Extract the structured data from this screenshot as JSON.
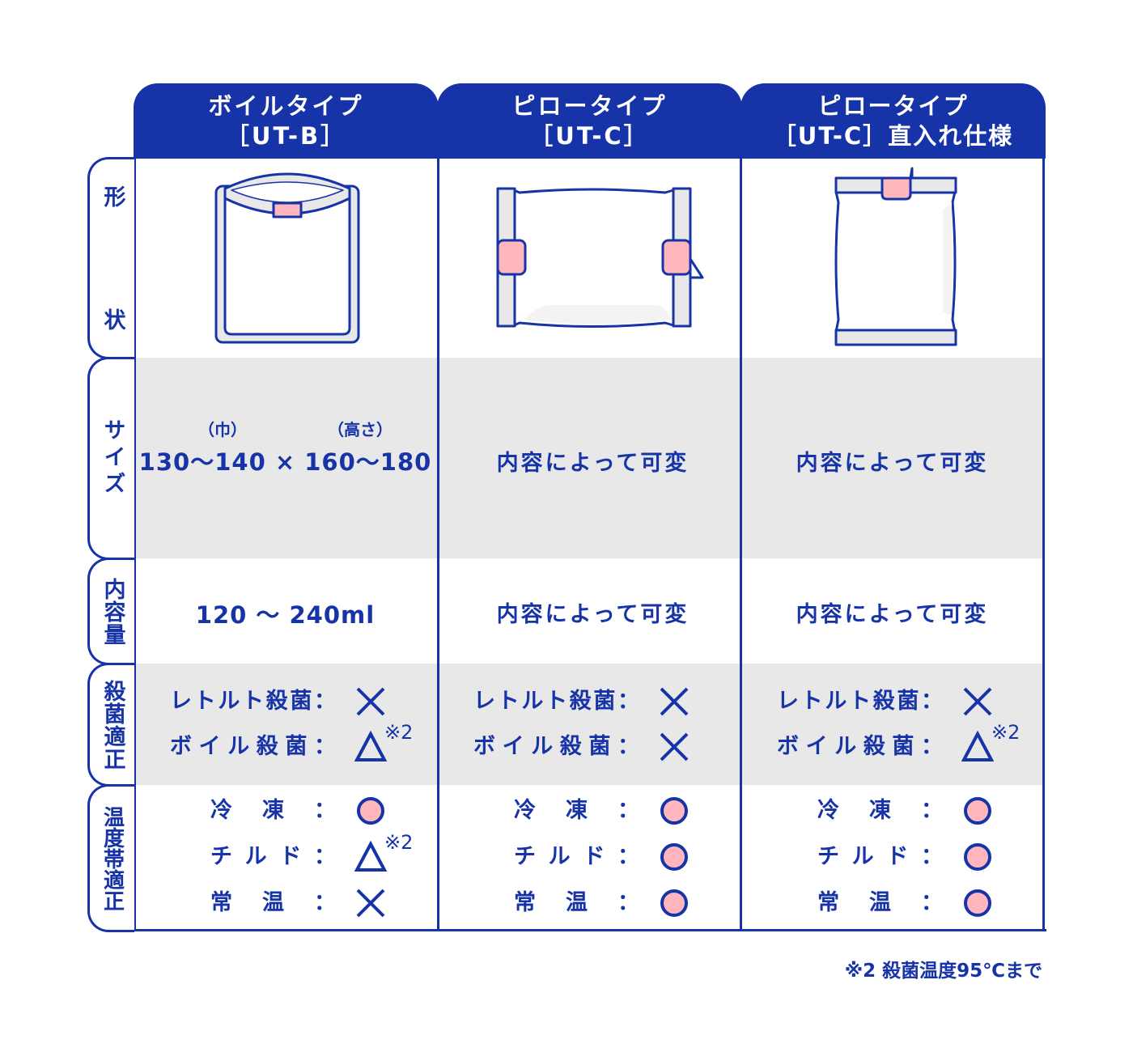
{
  "columns": [
    {
      "title": "ボイルタイプ",
      "code": "［UT-B］",
      "size": {
        "width_note": "（巾）",
        "height_note": "（高さ）",
        "value": "130～140 × 160～180"
      },
      "capacity": "120 ～ 240ml",
      "sterilization": [
        {
          "label": "レトルト殺菌：",
          "symbol": "cross",
          "note": ""
        },
        {
          "label": "ボイル殺菌：",
          "symbol": "triangle",
          "note": "※2"
        }
      ],
      "temperature": [
        {
          "label": "冷凍：",
          "symbol": "circle",
          "note": ""
        },
        {
          "label": "チルド：",
          "symbol": "triangle",
          "note": "※2"
        },
        {
          "label": "常温：",
          "symbol": "cross",
          "note": ""
        }
      ]
    },
    {
      "title": "ピロータイプ",
      "code": "［UT-C］",
      "size": {
        "value": "内容によって可変"
      },
      "capacity": "内容によって可変",
      "sterilization": [
        {
          "label": "レトルト殺菌：",
          "symbol": "cross",
          "note": ""
        },
        {
          "label": "ボイル殺菌：",
          "symbol": "cross",
          "note": ""
        }
      ],
      "temperature": [
        {
          "label": "冷凍：",
          "symbol": "circle",
          "note": ""
        },
        {
          "label": "チルド：",
          "symbol": "circle",
          "note": ""
        },
        {
          "label": "常温：",
          "symbol": "circle",
          "note": ""
        }
      ]
    },
    {
      "title": "ピロータイプ",
      "code": "［UT-C］直入れ仕様",
      "size": {
        "value": "内容によって可変"
      },
      "capacity": "内容によって可変",
      "sterilization": [
        {
          "label": "レトルト殺菌：",
          "symbol": "cross",
          "note": ""
        },
        {
          "label": "ボイル殺菌：",
          "symbol": "triangle",
          "note": "※2"
        }
      ],
      "temperature": [
        {
          "label": "冷凍：",
          "symbol": "circle",
          "note": ""
        },
        {
          "label": "チルド：",
          "symbol": "circle",
          "note": ""
        },
        {
          "label": "常温：",
          "symbol": "circle",
          "note": ""
        }
      ]
    }
  ],
  "row_labels": {
    "shape": [
      "形",
      "状"
    ],
    "size": "サイズ",
    "capacity": "内容量",
    "sterilization": "殺菌適正",
    "temperature": "温度帯適正"
  },
  "footnote": "※2  殺菌温度95℃まで",
  "colors": {
    "blue": "#1733a8",
    "pink": "#ffb6bd",
    "gray": "#e8e8e8"
  }
}
